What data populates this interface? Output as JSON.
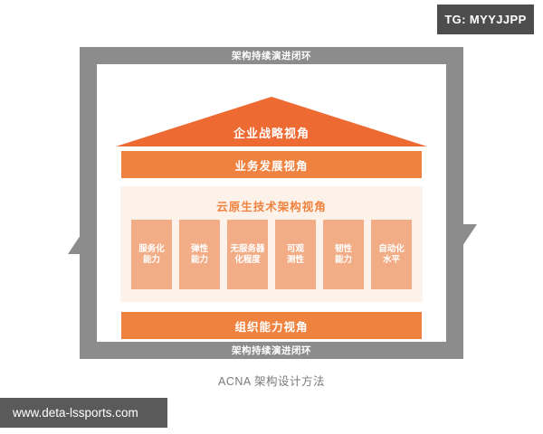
{
  "badge": {
    "label": "TG: MYYJJPP"
  },
  "watermark": {
    "label": "www.deta-lssports.com"
  },
  "diagram": {
    "loop_top_label": "架构持续演进闭环",
    "loop_bottom_label": "架构持续演进闭环",
    "roof_label": "企业战略视角",
    "business_band_label": "业务发展视角",
    "cloud_section_title": "云原生技术架构视角",
    "capabilities": [
      {
        "label": "服务化\n能力"
      },
      {
        "label": "弹性\n能力"
      },
      {
        "label": "无服务器\n化程度"
      },
      {
        "label": "可观\n测性"
      },
      {
        "label": "韧性\n能力"
      },
      {
        "label": "自动化\n水平"
      }
    ],
    "org_band_label": "组织能力视角",
    "caption": "ACNA 架构设计方法"
  },
  "colors": {
    "frame_gray": "#8c8c8c",
    "orange_band": "#f0823f",
    "roof_orange": "#ee6a33",
    "capability_box": "#f3ad86",
    "cloud_section_bg": "#fdf2e9",
    "badge_bg": "#4d4d4d",
    "watermark_bg": "#5a5a5a",
    "caption_gray": "#7a7a7a"
  }
}
